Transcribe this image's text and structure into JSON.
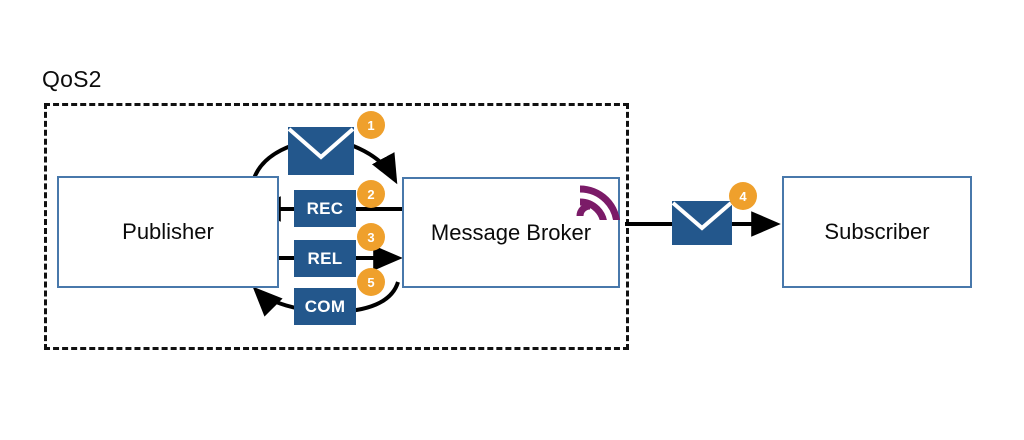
{
  "diagram": {
    "title": "QoS2",
    "group_label": "QoS2",
    "colors": {
      "box_border_blue": "#4878ab",
      "envelope_blue": "#23578c",
      "chip_blue": "#23578c",
      "badge_orange": "#efa02c",
      "broker_icon_purple": "#7b1b68",
      "arrow_black": "#000000",
      "group_border": "#111111",
      "background": "#ffffff"
    },
    "nodes": [
      {
        "id": "publisher",
        "label": "Publisher"
      },
      {
        "id": "broker",
        "label": "Message Broker"
      },
      {
        "id": "subscriber",
        "label": "Subscriber"
      }
    ],
    "broker_icon": "broadcast-signal-icon",
    "messages": [
      {
        "step": "1",
        "type": "envelope",
        "label": "",
        "icon": "envelope-icon",
        "direction": "publisher-to-broker"
      },
      {
        "step": "2",
        "type": "chip",
        "label": "REC",
        "icon": "",
        "direction": "broker-to-publisher"
      },
      {
        "step": "3",
        "type": "chip",
        "label": "REL",
        "icon": "",
        "direction": "publisher-to-broker"
      },
      {
        "step": "4",
        "type": "envelope",
        "label": "",
        "icon": "envelope-icon",
        "direction": "broker-to-subscriber"
      },
      {
        "step": "5",
        "type": "chip",
        "label": "COM",
        "icon": "",
        "direction": "broker-to-publisher"
      }
    ],
    "steps": {
      "one": "1",
      "two": "2",
      "three": "3",
      "four": "4",
      "five": "5"
    }
  }
}
